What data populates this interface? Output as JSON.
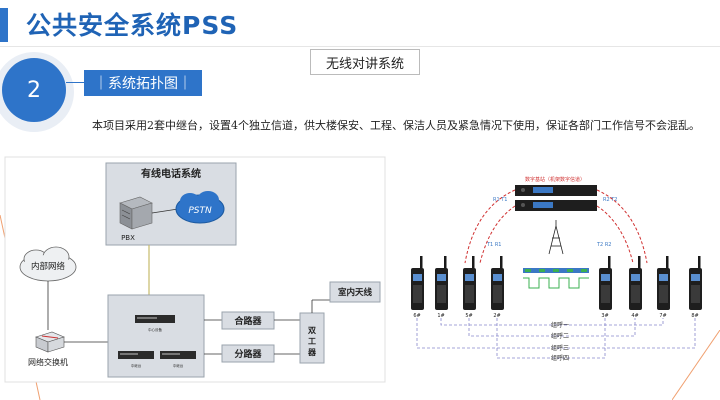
{
  "page": {
    "title": "公共安全系统PSS",
    "section_number": "2",
    "section_title": "｜系统拓扑图｜",
    "subsystem": "无线对讲系统",
    "description": "本项目采用2套中继台，设置4个独立信道，供大楼保安、工程、保洁人员及紧急情况下使用，保证各部门工作信号不会混乱。"
  },
  "left_diagram": {
    "wired_phone_box": "有线电话系统",
    "pbx_label": "PBX",
    "pstn_label": "PSTN",
    "internal_network": "内部网络",
    "network_switch": "网络交换机",
    "combiner": "合路器",
    "splitter": "分路器",
    "duplexer": "双工器",
    "indoor_antenna": "室内天线",
    "rack_device_top": "中心设备",
    "rack_device_bottom_left": "中继台",
    "rack_device_bottom_right": "中继台"
  },
  "right_diagram": {
    "repeater_label": "数字基站（机架数字信道）",
    "channel_labels": [
      "R1 T1",
      "R2 T2",
      "T1 R1",
      "T2 R2"
    ],
    "radio_labels": [
      "6#",
      "1#",
      "5#",
      "2#",
      "3#",
      "4#",
      "7#",
      "8#"
    ],
    "call_groups": [
      "组呼一",
      "组呼二",
      "组呼三",
      "组呼四"
    ]
  },
  "colors": {
    "accent": "#2e74c9",
    "title_text": "#1f63b5",
    "diagram_bg": "#d9dde3",
    "diagram_border": "#9aa3ad",
    "red_text": "#d03030"
  }
}
